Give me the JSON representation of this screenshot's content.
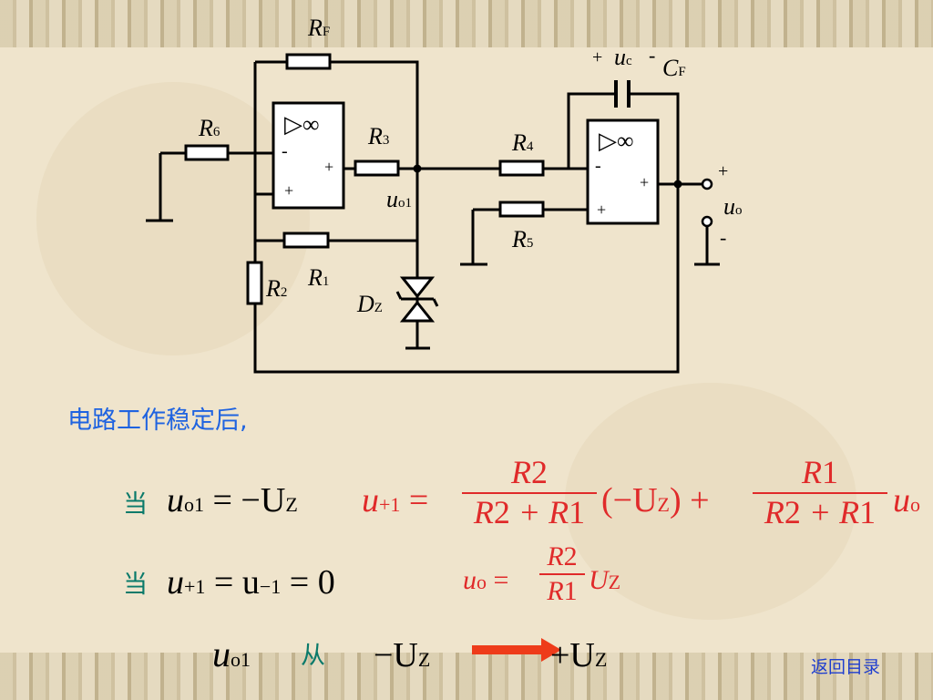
{
  "circuit": {
    "labels": {
      "RF": "R",
      "RF_sub": "F",
      "R6": "R",
      "R6_sub": "6",
      "R3": "R",
      "R3_sub": "3",
      "R4": "R",
      "R4_sub": "4",
      "R5": "R",
      "R5_sub": "5",
      "R1": "R",
      "R1_sub": "1",
      "R2": "R",
      "R2_sub": "2",
      "DZ": "D",
      "DZ_sub": "Z",
      "CF": "C",
      "CF_sub": "F",
      "uc": "u",
      "uc_sub": "c",
      "uo1": "u",
      "uo1_sub": "o1",
      "uo": "u",
      "uo_sub": "o",
      "plus": "+",
      "minus": "-",
      "opamp_symbol": "▷∞"
    }
  },
  "text": {
    "stable_statement": "电路工作稳定后,",
    "when1": "当",
    "when2": "当",
    "from": "从",
    "back_link": "返回目录"
  },
  "equations": {
    "eq1_lhs": "u",
    "eq1_lhs_sub": "o1",
    "eq1_rhs": "= −U",
    "eq1_rhs_sub": "Z",
    "eq2_a": "u",
    "eq2_a_sub": "+1",
    "eq2_b": "= u",
    "eq2_b_sub": "−1",
    "eq2_c": "= 0",
    "main_lhs": "u",
    "main_lhs_sub": "+1",
    "main_eq": "=",
    "frac1_num": "R",
    "frac1_num_sub": "2",
    "frac1_den": "R",
    "frac1_den_sub1": "2",
    "frac1_den_mid": " + R",
    "frac1_den_sub2": "1",
    "paren_term": "(−U",
    "paren_term_sub": "Z",
    "paren_close": ") +",
    "frac2_num": "R",
    "frac2_num_sub": "1",
    "frac2_den": "R",
    "frac2_den_sub1": "2",
    "frac2_den_mid": " + R",
    "frac2_den_sub2": "1",
    "tail": "u",
    "tail_sub": "o",
    "uo_lhs": "u",
    "uo_lhs_sub": "o",
    "uo_eq": "=",
    "uo_frac_num": "R",
    "uo_frac_num_sub": "2",
    "uo_frac_den": "R",
    "uo_frac_den_sub": "1",
    "uo_tail": "U",
    "uo_tail_sub": "Z",
    "trans_var": "u",
    "trans_var_sub": "o1",
    "trans_from": "−U",
    "trans_from_sub": "Z",
    "trans_to": "+U",
    "trans_to_sub": "Z"
  },
  "colors": {
    "blue": "#1f63e0",
    "teal": "#0a7a6a",
    "red": "#e02a2a",
    "arrow": "#ee3b1a",
    "link": "#1f3ecf"
  }
}
